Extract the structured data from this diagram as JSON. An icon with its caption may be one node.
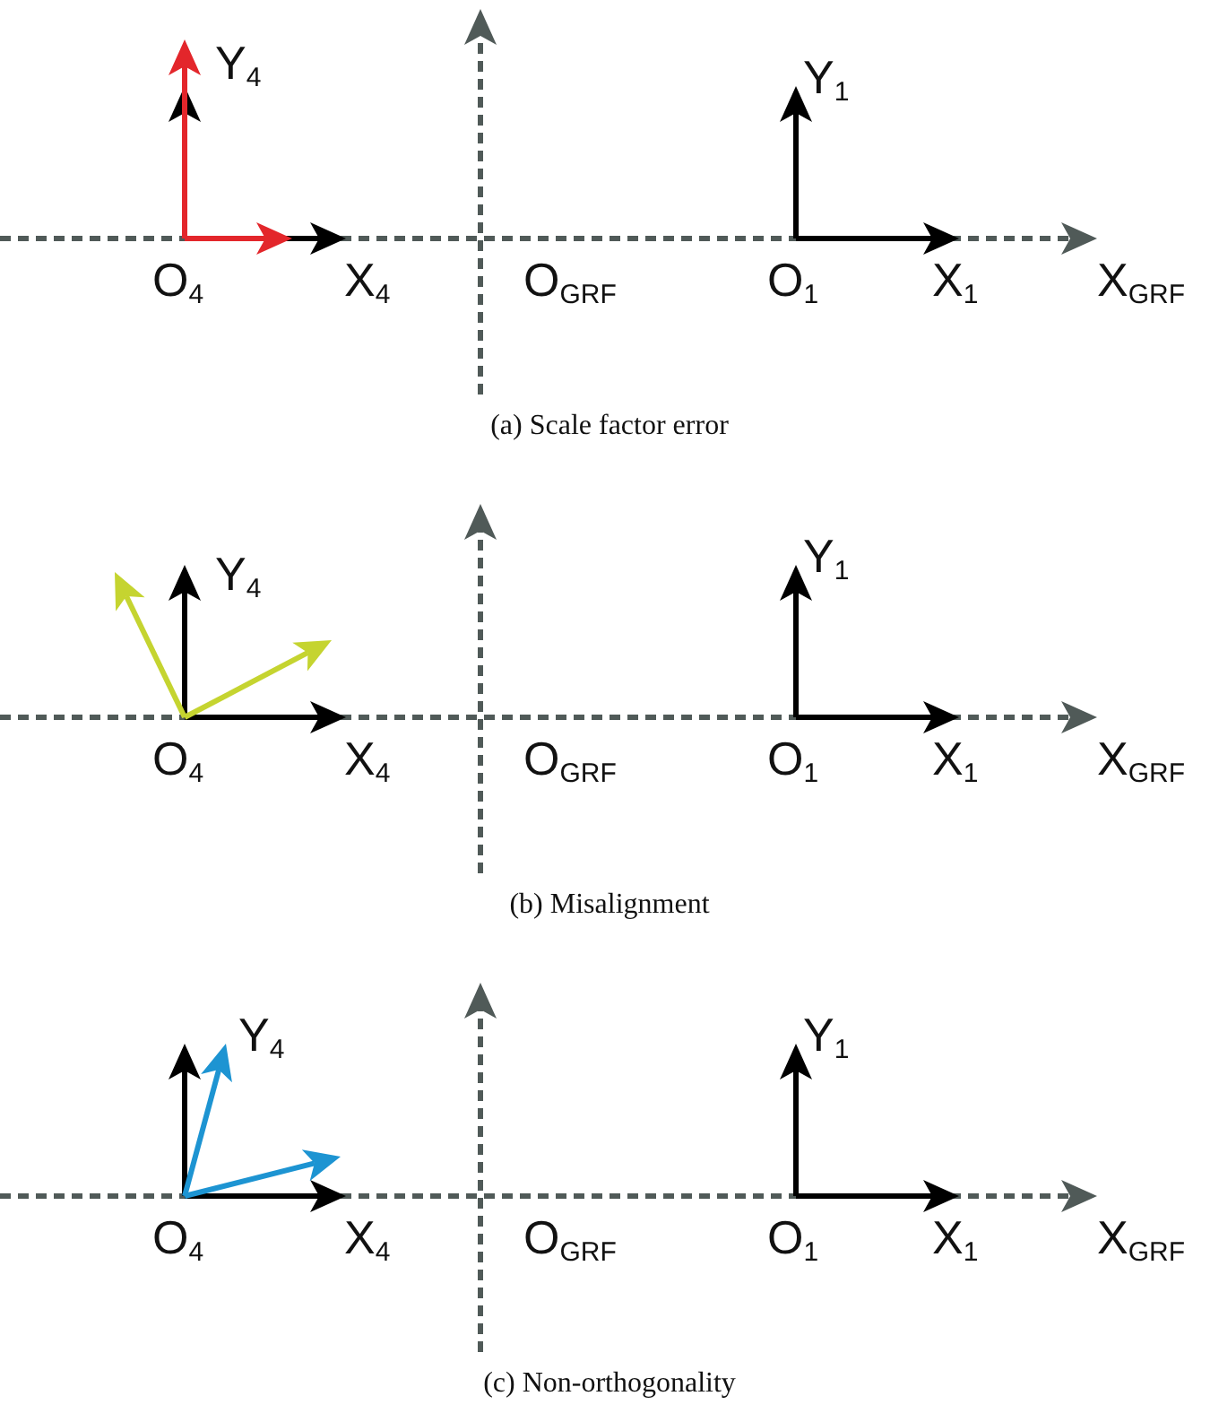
{
  "diagram": {
    "labels": [
      "Y$_{4}$",
      "Y$_{1}$",
      "O$_{4}$",
      "X$_{4}$",
      "O$_{GRF}$",
      "O$_{1}$",
      "X$_{1}$",
      "X$_{GRF}$",
      "(a) Scale factor error",
      "Y$_{4}$",
      "Y$_{1}$",
      "O$_{4}$",
      "X$_{4}$",
      "O$_{GRF}$",
      "O$_{1}$",
      "X$_{1}$",
      "X$_{GRF}$",
      "(b) Misalignment",
      "Y$_{4}$",
      "Y$_{1}$",
      "O$_{4}$",
      "X$_{4}$",
      "O$_{GRF}$",
      "O$_{1}$",
      "X$_{1}$",
      "X$_{GRF}$",
      "(c) Non-orthogonality"
    ]
  }
}
